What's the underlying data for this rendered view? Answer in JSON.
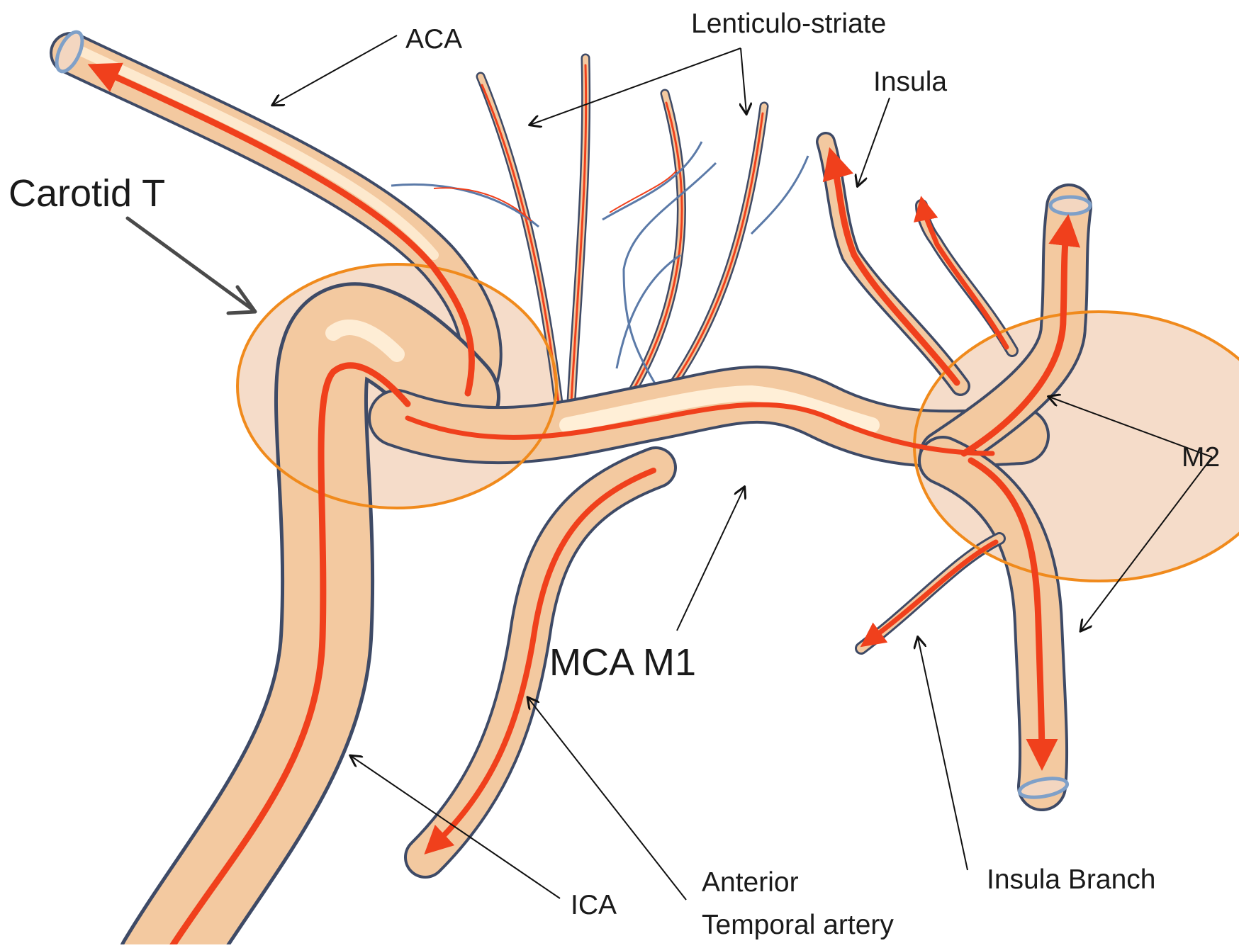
{
  "diagram": {
    "labels": {
      "aca": "ACA",
      "lenticulo_striate": "Lenticulo-striate",
      "insula": "Insula",
      "carotid_t": "Carotid T",
      "m2": "M2",
      "mca_m1": "MCA M1",
      "ica": "ICA",
      "anterior": "Anterior",
      "temporal_artery": "Temporal artery",
      "insula_branch": "Insula Branch"
    },
    "colors": {
      "vessel_fill": "#F3C9A0",
      "vessel_highlight": "#FFF1DA",
      "vessel_outline": "#3E4A66",
      "vessel_edge": "#7FA0C8",
      "flow_arrow": "#F0401C",
      "region_circle": "#F08A1C",
      "region_fill": "#F3D6C0",
      "annotation": "#111111",
      "carotid_pointer": "#4A4A4A"
    }
  }
}
